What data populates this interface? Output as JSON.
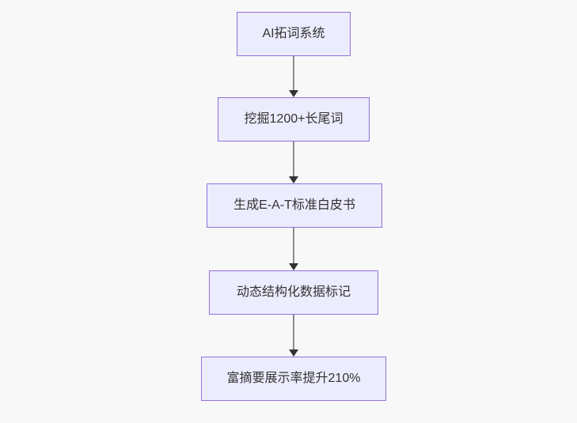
{
  "page": {
    "background_color": "#f8f8f8"
  },
  "flowchart": {
    "type": "flowchart",
    "direction": "top-to-bottom",
    "style": {
      "node_fill": "#ECECFF",
      "node_border": "#9370DB",
      "node_text_color": "#333333",
      "edge_line_color": "#8c8c8c",
      "arrowhead_color": "#333333"
    },
    "nodes": [
      {
        "id": "ai-word-system",
        "label": "AI拓词系统"
      },
      {
        "id": "longtail-mining",
        "label": "挖掘1200+长尾词"
      },
      {
        "id": "eat-whitepaper",
        "label": "生成E-A-T标准白皮书"
      },
      {
        "id": "structured-data-markup",
        "label": "动态结构化数据标记"
      },
      {
        "id": "rich-snippet-result",
        "label": "富摘要展示率提升210%"
      }
    ],
    "edges": [
      {
        "from": "ai-word-system",
        "to": "longtail-mining"
      },
      {
        "from": "longtail-mining",
        "to": "eat-whitepaper"
      },
      {
        "from": "eat-whitepaper",
        "to": "structured-data-markup"
      },
      {
        "from": "structured-data-markup",
        "to": "rich-snippet-result"
      }
    ]
  }
}
